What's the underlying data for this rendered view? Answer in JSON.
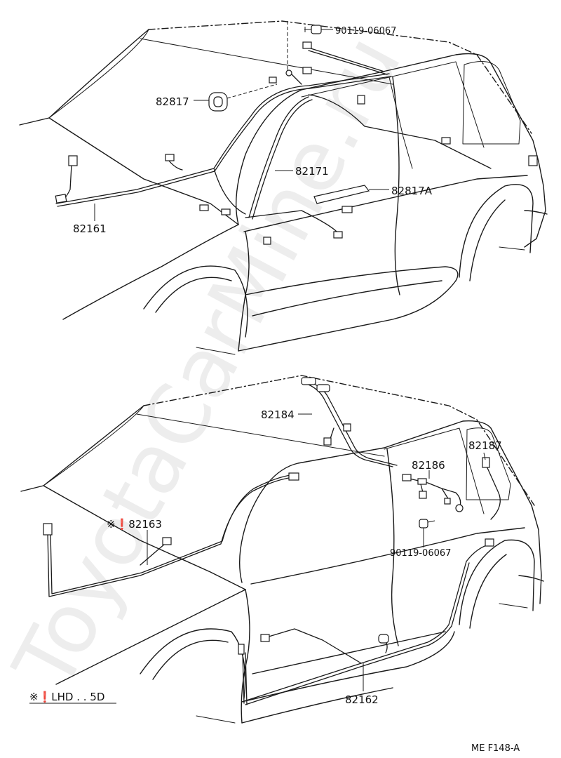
{
  "labels": {
    "p_90119_top": "90119-06067",
    "p_82817": "82817",
    "p_82171": "82171",
    "p_82817A": "82817A",
    "p_82161": "82161",
    "p_82184": "82184",
    "p_82187": "82187",
    "p_82186": "82186",
    "p_82163": "※❗82163",
    "p_90119_bottom": "90119-06067",
    "p_82162": "82162"
  },
  "note": "※❗LHD . . 5D",
  "code": "ME  F148-A",
  "watermark": "ToyotaCarMine.ru"
}
